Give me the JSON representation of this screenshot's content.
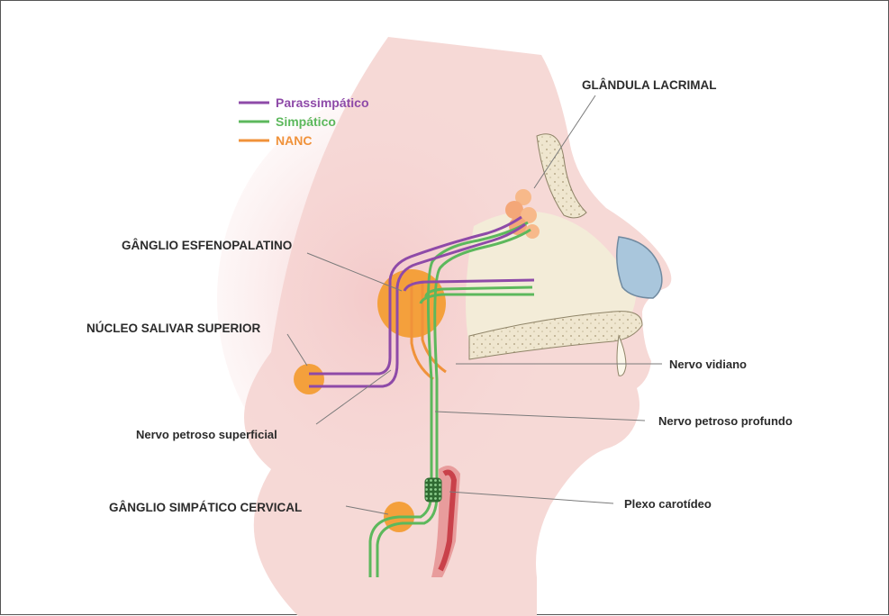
{
  "legend": [
    {
      "label": "Parassimpático",
      "color": "#8e4aa8"
    },
    {
      "label": "Simpático",
      "color": "#5cb85c"
    },
    {
      "label": "NANC",
      "color": "#f0923a"
    }
  ],
  "labels": {
    "lacrimal_gland": "GLÂNDULA LACRIMAL",
    "sphenopalatine_ganglion": "GÂNGLIO ESFENOPALATINO",
    "superior_salivary_nucleus": "NÚCLEO SALIVAR SUPERIOR",
    "superficial_petrosal_nerve": "Nervo petroso superficial",
    "vidian_nerve": "Nervo vidiano",
    "deep_petrosal_nerve": "Nervo petroso profundo",
    "carotid_plexus": "Plexo carotídeo",
    "cervical_sympathetic_ganglion": "GÂNGLIO SIMPÁTICO CERVICAL"
  },
  "colors": {
    "parasympathetic": "#8e4aa8",
    "sympathetic": "#5cb85c",
    "nanc": "#f0923a",
    "skin": "#f6d9d6",
    "skin_shade": "#f0c4c4",
    "ganglion": "#f4a03c",
    "nasal_cavity": "#f3ecd8",
    "bone": "#efe6cf",
    "cartilage": "#a9c6dc",
    "leader": "#7a7a7a",
    "text": "#2b2b2b"
  }
}
